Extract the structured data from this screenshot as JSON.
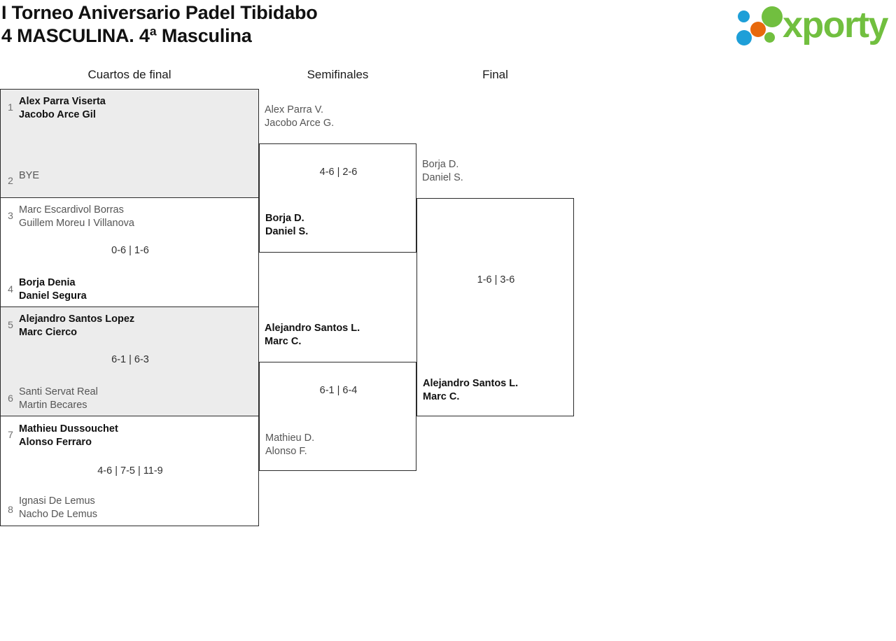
{
  "header": {
    "title_line1": "I Torneo Aniversario Padel Tibidabo",
    "title_line2": "4 MASCULINA. 4ª Masculina",
    "logo_text": "xporty",
    "logo_colors": {
      "green": "#71bf3f",
      "blue": "#1e9fd8",
      "orange": "#e8690c"
    }
  },
  "columns": {
    "quarterfinals_label": "Cuartos de final",
    "semifinals_label": "Semifinales",
    "final_label": "Final"
  },
  "bracket": {
    "quarterfinals": [
      {
        "shaded": true,
        "top": {
          "seed": "1",
          "player1": "Alex Parra Viserta",
          "player2": "Jacobo Arce Gil",
          "winner": true
        },
        "bottom": {
          "seed": "2",
          "player1": "BYE",
          "player2": "",
          "winner": false
        },
        "score": ""
      },
      {
        "shaded": false,
        "top": {
          "seed": "3",
          "player1": "Marc Escardivol Borras",
          "player2": "Guillem Moreu I Villanova",
          "winner": false
        },
        "bottom": {
          "seed": "4",
          "player1": "Borja Denia",
          "player2": "Daniel Segura",
          "winner": true
        },
        "score": "0-6 | 1-6"
      },
      {
        "shaded": true,
        "top": {
          "seed": "5",
          "player1": "Alejandro Santos Lopez",
          "player2": "Marc Cierco",
          "winner": true
        },
        "bottom": {
          "seed": "6",
          "player1": "Santi Servat Real",
          "player2": "Martin Becares",
          "winner": false
        },
        "score": "6-1 | 6-3"
      },
      {
        "shaded": false,
        "top": {
          "seed": "7",
          "player1": "Mathieu Dussouchet",
          "player2": "Alonso Ferraro",
          "winner": true
        },
        "bottom": {
          "seed": "8",
          "player1": "Ignasi De Lemus",
          "player2": "Nacho De Lemus",
          "winner": false
        },
        "score": "4-6 | 7-5 | 11-9"
      }
    ],
    "semifinals": [
      {
        "top": {
          "player1": "Alex Parra V.",
          "player2": "Jacobo Arce G.",
          "winner": false
        },
        "bottom": {
          "player1": "Borja D.",
          "player2": "Daniel S.",
          "winner": true
        },
        "score": "4-6 | 2-6"
      },
      {
        "top": {
          "player1": "Alejandro Santos L.",
          "player2": "Marc C.",
          "winner": true
        },
        "bottom": {
          "player1": "Mathieu D.",
          "player2": "Alonso F.",
          "winner": false
        },
        "score": "6-1 | 6-4"
      }
    ],
    "final": {
      "top": {
        "player1": "Borja D.",
        "player2": "Daniel S.",
        "winner": false
      },
      "bottom": {
        "player1": "Alejandro Santos L.",
        "player2": "Marc C.",
        "winner": true
      },
      "score": "1-6 | 3-6"
    }
  }
}
